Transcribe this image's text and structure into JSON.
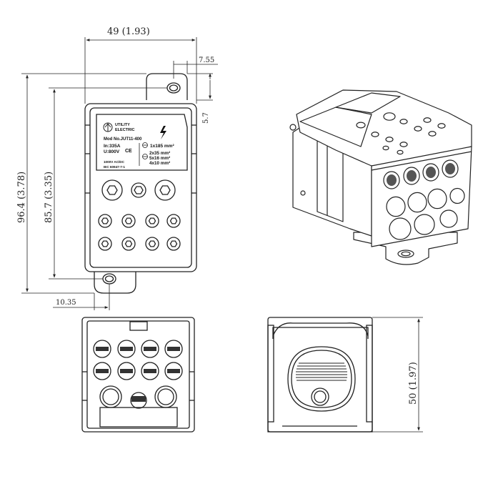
{
  "dimensions": {
    "width_overall": "49 (1.93)",
    "ear_offset": "7.55",
    "ear_gap": "5.7",
    "height_overall": "96.4 (3.78)",
    "height_body": "85.7 (3.35)",
    "ear_bottom": "10.35",
    "depth": "50 (1.97)"
  },
  "label": {
    "brand_line1": "UTILITY",
    "brand_line2": "ELECTRIC",
    "model": "Mod No.JUT11-400",
    "current": "In:335A",
    "voltage": "U:800V",
    "ce_mark": "CE",
    "rating": "1000V AC/DC",
    "standard": "IEC 60947-7-1",
    "input_spec": "1x185 mm²",
    "output_spec_1": "2x35 mm²",
    "output_spec_2": "5x16 mm²",
    "output_spec_3": "4x10 mm²"
  },
  "icons": {
    "lightning": "lightning-bolt-icon",
    "logo": "utility-electric-logo-icon",
    "input_symbol": "input-arrow-icon",
    "output_symbol": "output-arrow-icon"
  },
  "colors": {
    "line": "#222222",
    "fill": "#ffffff",
    "shade": "#cfcfcf"
  }
}
